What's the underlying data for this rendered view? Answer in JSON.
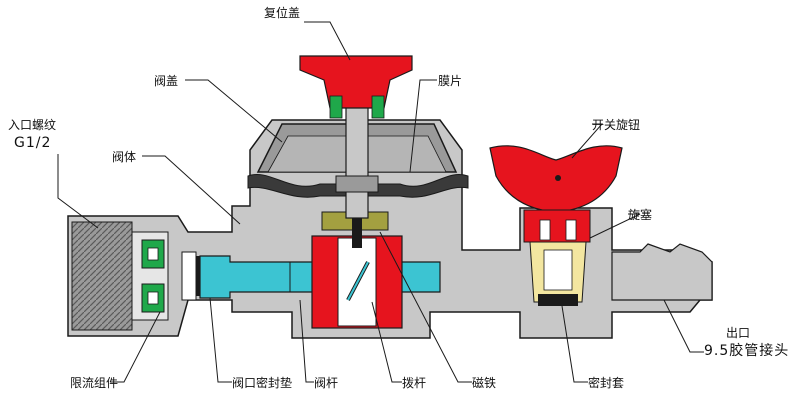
{
  "labels": {
    "reset_cap": "复位盖",
    "valve_cover": "阀盖",
    "diaphragm": "膜片",
    "valve_body": "阀体",
    "inlet_thread": "入口螺纹",
    "inlet_thread_spec": "G1/2",
    "switch_knob": "开关旋钮",
    "rotary_plug": "旋塞",
    "outlet": "出口",
    "outlet_spec": "9.5胶管接头",
    "flow_limiter": "限流组件",
    "valve_seal": "阀口密封垫",
    "valve_stem": "阀杆",
    "lever": "拨杆",
    "magnet": "磁铁",
    "seal_sleeve": "密封套"
  },
  "colors": {
    "body_gray": "#c8c8c8",
    "cap_red": "#e6141e",
    "seal_green": "#1fa84a",
    "stem_cyan": "#3cc4d2",
    "magnet_olive": "#a3a040",
    "outline": "#1a1a1a"
  }
}
